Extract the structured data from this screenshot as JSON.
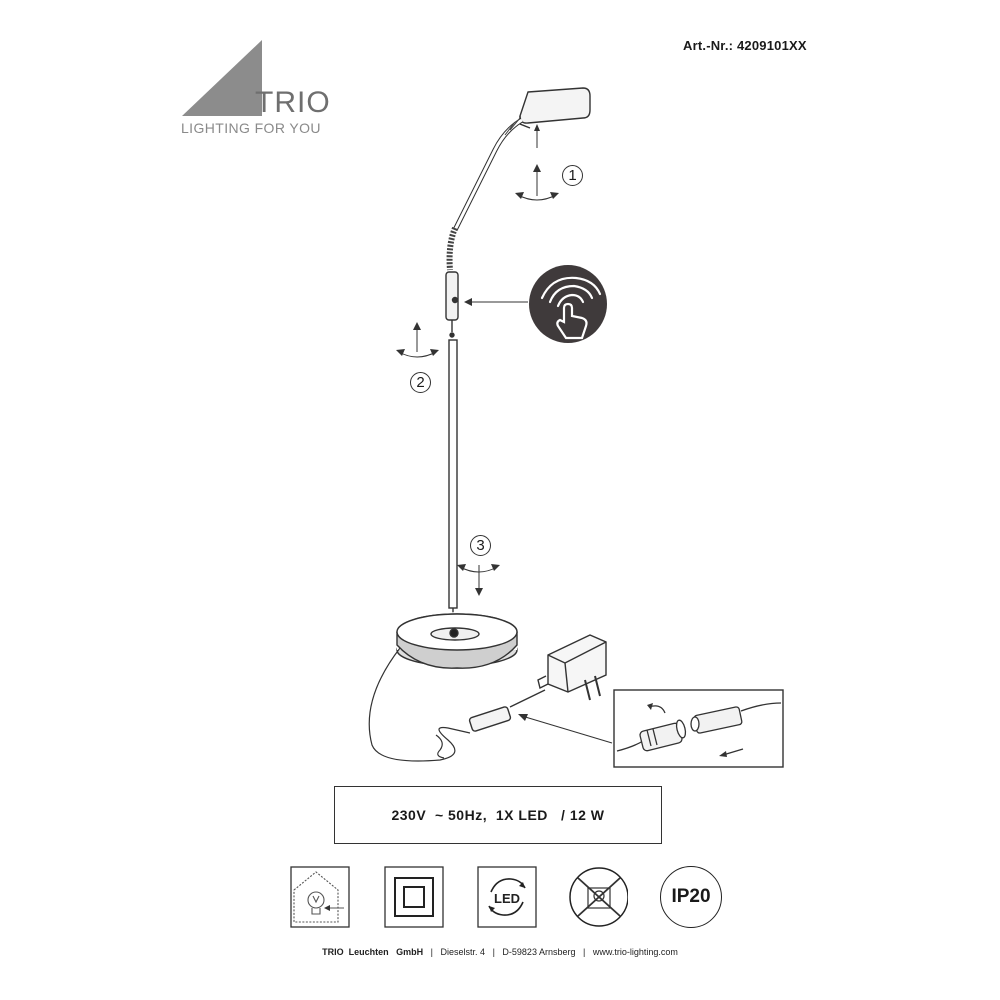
{
  "header": {
    "article_number": "Art.-Nr.: 4209101XX"
  },
  "logo": {
    "wordmark": "TRIO",
    "tagline": "LIGHTING FOR YOU",
    "color": "#8c8c8c"
  },
  "steps": [
    "1",
    "2",
    "3"
  ],
  "touch_icon": {
    "name": "touch-dimmer-icon",
    "background": "#3f3a3b"
  },
  "spec": {
    "text": "230V  ~ 50Hz,  1X LED   / 12 W"
  },
  "symbols": [
    {
      "name": "bulb-replacement-symbol"
    },
    {
      "name": "protection-class-2-symbol"
    },
    {
      "name": "led-not-replaceable-symbol"
    },
    {
      "name": "no-standard-bulb-symbol"
    },
    {
      "name": "ip-rating-symbol",
      "label": "IP20"
    }
  ],
  "footer": {
    "company": "TRIO  Leuchten   GmbH",
    "street": "Dieselstr. 4",
    "city": "D-59823 Arnsberg",
    "website": "www.trio-lighting.com"
  }
}
